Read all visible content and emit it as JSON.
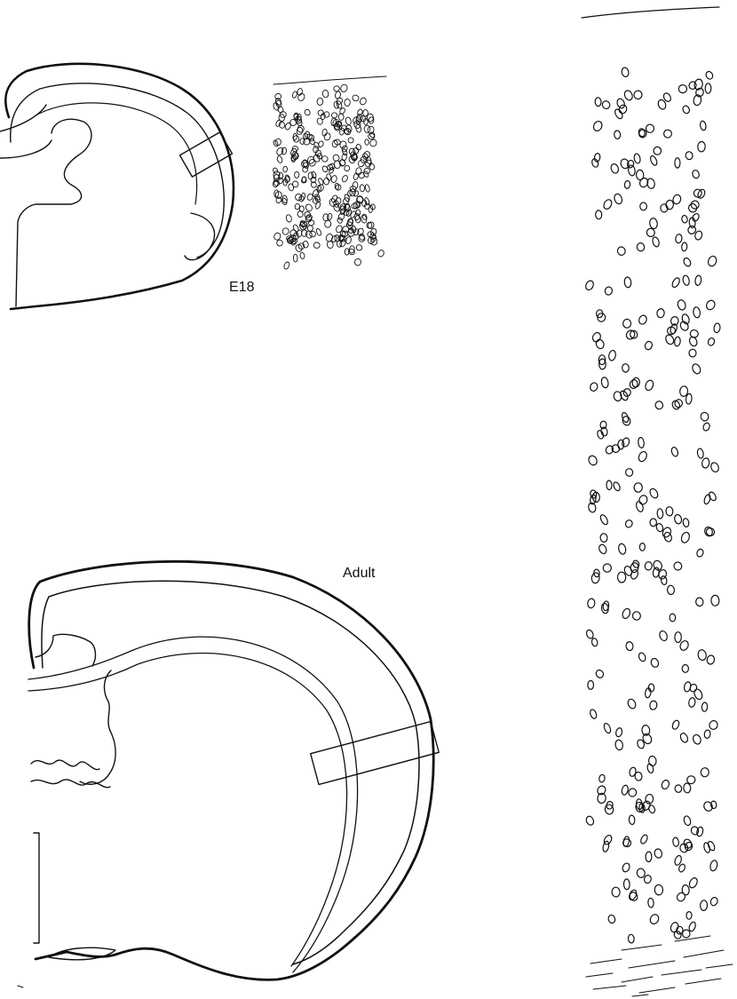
{
  "figure": {
    "panels": [
      {
        "id": "e18",
        "label": "E18"
      },
      {
        "id": "adult",
        "label": "Adult"
      }
    ],
    "line_color": "#111111",
    "background": "#ffffff"
  }
}
